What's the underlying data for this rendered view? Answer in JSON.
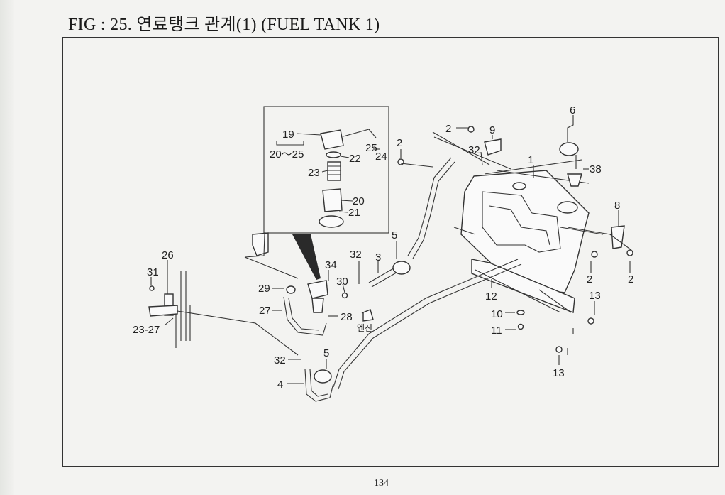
{
  "title": "FIG : 25. 연료탱크 관계(1) (FUEL TANK 1)",
  "page_number": "134",
  "callouts": {
    "c1": "1",
    "c2a": "2",
    "c2b": "2",
    "c2c": "2",
    "c2d": "2",
    "c3": "3",
    "c4": "4",
    "c5a": "5",
    "c5b": "5",
    "c6": "6",
    "c8": "8",
    "c9": "9",
    "c10": "10",
    "c11": "11",
    "c12": "12",
    "c13a": "13",
    "c13b": "13",
    "c19": "19",
    "c20_25": "20～25",
    "c20": "20",
    "c21": "21",
    "c22": "22",
    "c23": "23",
    "c24": "24",
    "c25": "25",
    "c23_27": "23-27",
    "c26": "26",
    "c27": "27",
    "c28": "28",
    "c29": "29",
    "c30": "30",
    "c31": "31",
    "c32a": "32",
    "c32b": "32",
    "c32c": "32",
    "c34": "34",
    "c38": "38",
    "engine": "엔진"
  }
}
